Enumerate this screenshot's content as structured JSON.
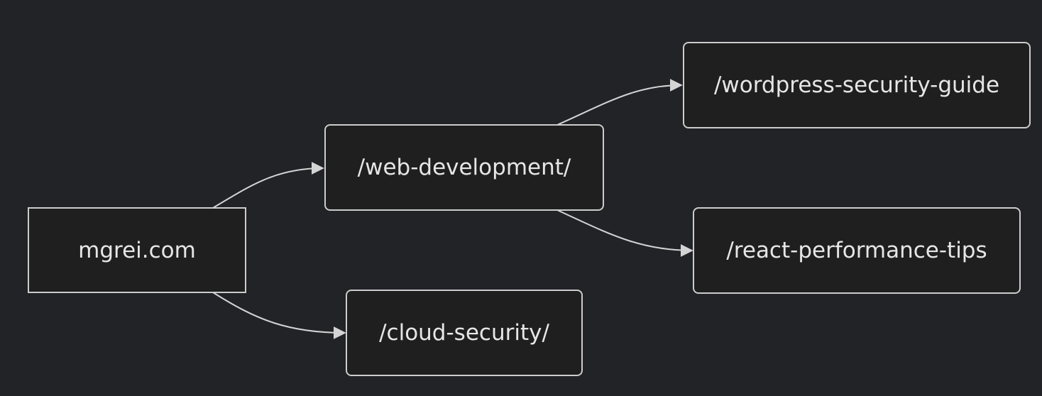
{
  "diagram": {
    "nodes": [
      {
        "id": "root",
        "label": "mgrei.com"
      },
      {
        "id": "webdev",
        "label": "/web-development/"
      },
      {
        "id": "cloud",
        "label": "/cloud-security/"
      },
      {
        "id": "wp",
        "label": "/wordpress-security-guide"
      },
      {
        "id": "react",
        "label": "/react-performance-tips"
      }
    ],
    "edges": [
      {
        "from": "root",
        "to": "webdev"
      },
      {
        "from": "root",
        "to": "cloud"
      },
      {
        "from": "webdev",
        "to": "wp"
      },
      {
        "from": "webdev",
        "to": "react"
      }
    ]
  }
}
